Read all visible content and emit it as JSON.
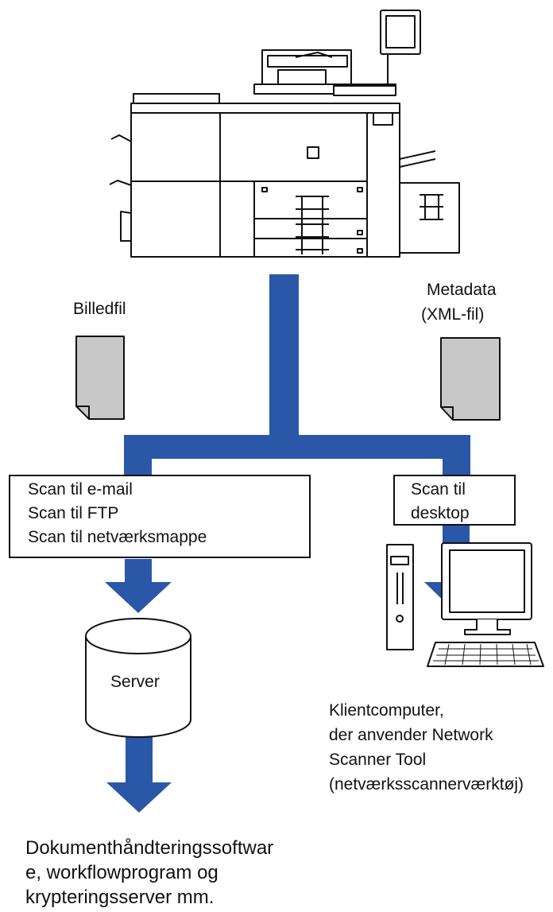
{
  "labels": {
    "image_file": "Billedfil",
    "metadata_line1": "Metadata",
    "metadata_line2": "(XML-fil)"
  },
  "left_box": {
    "line1": "Scan til e-mail",
    "line2": "Scan til FTP",
    "line3": "Scan til netværksmappe"
  },
  "right_box": {
    "line1": "Scan til",
    "line2": "desktop"
  },
  "server": {
    "label": "Server"
  },
  "client": {
    "line1": "Klientcomputer,",
    "line2": "der anvender Network",
    "line3": "Scanner Tool",
    "line4": "(netværksscannerværktøj)"
  },
  "destination": {
    "line1": "Dokumenthåndteringssoftwar",
    "line2": "e, workflowprogram og",
    "line3": "krypteringsserver mm."
  },
  "colors": {
    "flow": "#2b57a8",
    "doc_fill": "#c8c8c8"
  }
}
